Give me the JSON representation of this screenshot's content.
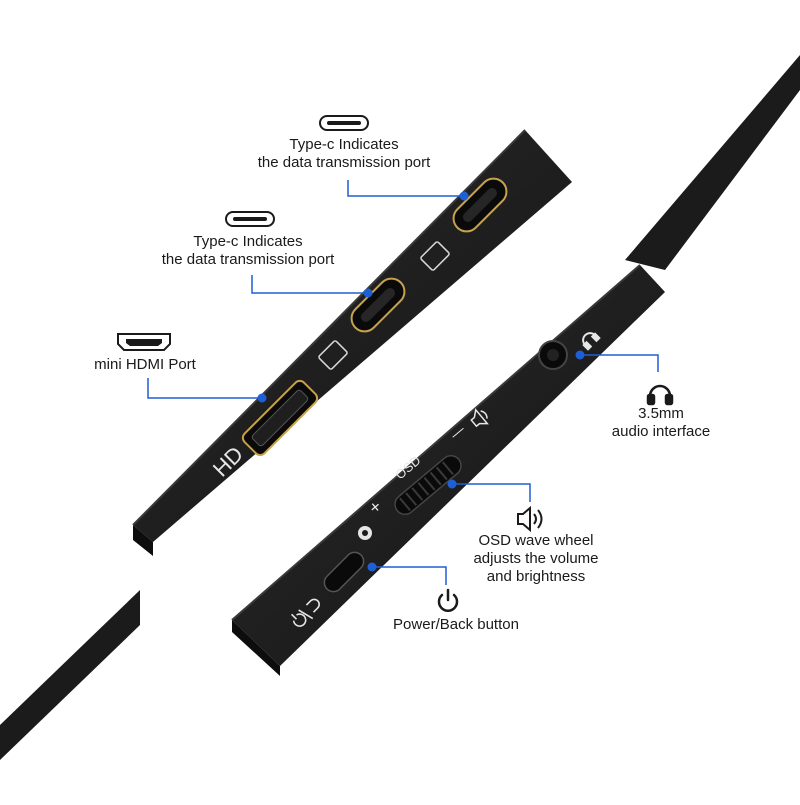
{
  "colors": {
    "device_body": "#1c1c1c",
    "device_edge": "#2e2e2e",
    "callout_line": "#1f5fd6",
    "callout_dot": "#1f5fd6",
    "port_ring": "#c7a24a"
  },
  "device": {
    "hdmi_marking": "HD",
    "osd_marking": "OSD",
    "plus_marking": "+",
    "minus_marking": "—"
  },
  "callouts": {
    "typec_top": {
      "icon": "usb-c-icon",
      "line1": "Type-c Indicates",
      "line2": "the data transmission port"
    },
    "typec_bottom": {
      "icon": "usb-c-icon",
      "line1": "Type-c Indicates",
      "line2": "the data transmission port"
    },
    "mini_hdmi": {
      "icon": "mini-hdmi-icon",
      "line1": "mini HDMI Port"
    },
    "audio": {
      "icon": "headphones-icon",
      "line1": "3.5mm",
      "line2": "audio interface"
    },
    "osd_wheel": {
      "icon": "speaker-icon",
      "line1": "OSD wave wheel",
      "line2": "adjusts the volume",
      "line3": "and brightness"
    },
    "power": {
      "icon": "power-icon",
      "line1": "Power/Back button"
    }
  }
}
